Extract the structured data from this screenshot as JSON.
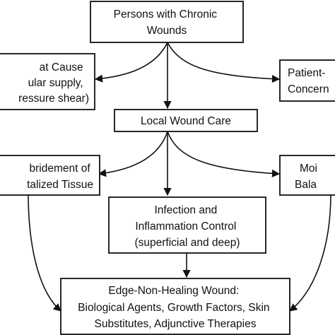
{
  "nodes": {
    "top": {
      "lines": [
        "Persons with Chronic",
        "Wounds"
      ]
    },
    "left1": {
      "lines": [
        "at Cause",
        "ular supply,",
        "ressure shear)"
      ]
    },
    "right1": {
      "lines": [
        "Patient-",
        "Concern"
      ]
    },
    "center": {
      "lines": [
        "Local Wound Care"
      ]
    },
    "left2": {
      "lines": [
        "bridement of",
        "talized Tissue"
      ]
    },
    "right2": {
      "lines": [
        "Moi",
        "Bala"
      ]
    },
    "infection": {
      "lines": [
        "Infection and",
        "Inflammation Control",
        "(superficial and deep)"
      ]
    },
    "bottom": {
      "lines": [
        "Edge-Non-Healing Wound:",
        "Biological Agents, Growth Factors, Skin",
        "Substitutes, Adjunctive Therapies"
      ]
    }
  }
}
